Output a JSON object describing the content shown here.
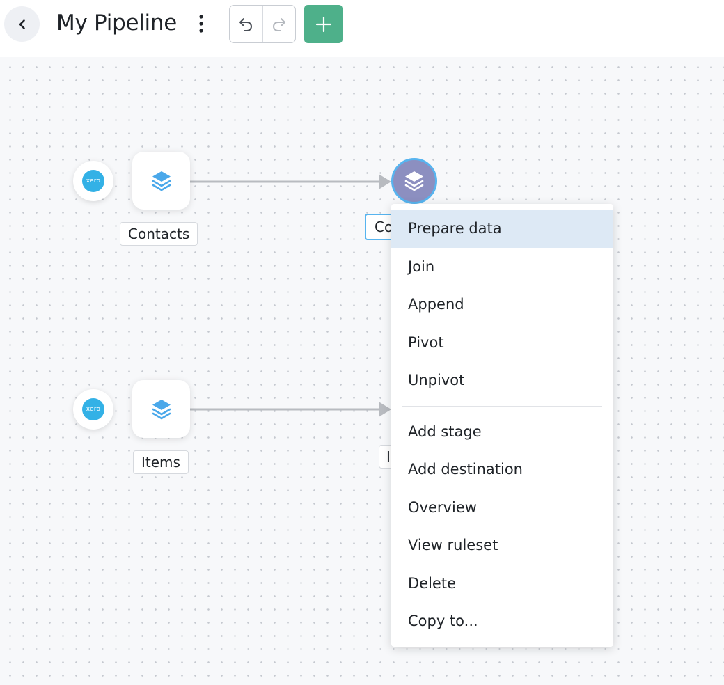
{
  "header": {
    "title": "My Pipeline",
    "icons": {
      "back": "chevron-left-icon",
      "more": "vertical-ellipsis-icon",
      "undo": "undo-icon",
      "redo": "redo-icon",
      "add": "plus-icon"
    },
    "colors": {
      "add_button": "#4eb08a",
      "back_button_bg": "#eef0f4"
    }
  },
  "canvas": {
    "flows": [
      {
        "source_logo": "xero",
        "source_icon": "xero-logo-icon",
        "dataset_label": "Contacts",
        "dataset_icon": "layers-icon",
        "stage_label_visible": "Co"
      },
      {
        "source_logo": "xero",
        "source_icon": "xero-logo-icon",
        "dataset_label": "Items",
        "dataset_icon": "layers-icon",
        "stage_label_visible": "I"
      }
    ],
    "colors": {
      "stage_node": "#8c8fc0",
      "stage_selected_border": "#57b4ef",
      "layers_icon": "#4aa8ea",
      "connector": "#b8bbc0"
    }
  },
  "context_menu": {
    "groups": [
      {
        "items": [
          {
            "label": "Prepare data",
            "active": true
          },
          {
            "label": "Join"
          },
          {
            "label": "Append"
          },
          {
            "label": "Pivot"
          },
          {
            "label": "Unpivot"
          }
        ]
      },
      {
        "items": [
          {
            "label": "Add stage"
          },
          {
            "label": "Add destination"
          },
          {
            "label": "Overview"
          },
          {
            "label": "View ruleset"
          },
          {
            "label": "Delete"
          },
          {
            "label": "Copy to..."
          }
        ]
      }
    ],
    "colors": {
      "active_bg": "#dde9f5"
    }
  }
}
